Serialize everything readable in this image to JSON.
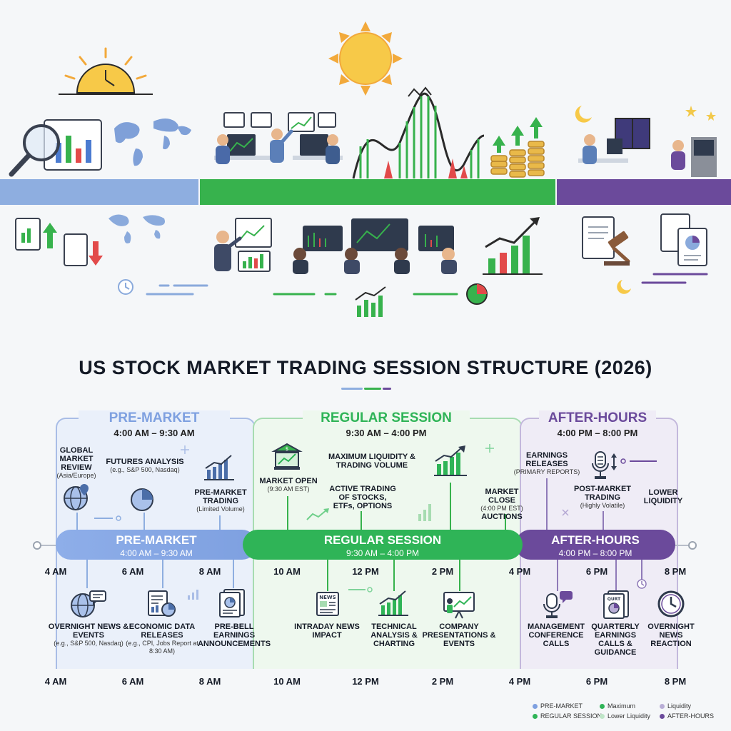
{
  "title": "US STOCK MARKET TRADING SESSION STRUCTURE (2026)",
  "colors": {
    "pre": "#7ea0e0",
    "regular": "#2fb457",
    "after": "#6b4a9b"
  },
  "sessions": {
    "pre": {
      "header": "PRE-MARKET",
      "time": "4:00 AM – 9:30 AM",
      "bar_label": "PRE-MARKET",
      "bar_time": "4:00 AM – 9:30 AM"
    },
    "regular": {
      "header": "REGULAR SESSION",
      "time": "9:30 AM – 4:00 PM",
      "bar_label": "REGULAR SESSION",
      "bar_time": "9:30 AM – 4:00 PM"
    },
    "after": {
      "header": "AFTER-HOURS",
      "time": "4:00 PM – 8:00 PM",
      "bar_label": "AFTER-HOURS",
      "bar_time": "4:00 PM – 8:00 PM"
    }
  },
  "ticks_top": [
    "4 AM",
    "6 AM",
    "8 AM",
    "10 AM",
    "12 PM",
    "2 PM",
    "4 PM",
    "6 PM",
    "8 PM"
  ],
  "ticks_bottom": [
    "4 AM",
    "6 AM",
    "8 AM",
    "10 AM",
    "12 PM",
    "2 PM",
    "4 PM",
    "6 PM",
    "8 PM"
  ],
  "events_top": [
    {
      "icon": "globe-pin-icon",
      "title": "GLOBAL MARKET REVIEW",
      "sub": "(Asia/Europe)"
    },
    {
      "icon": "pie-chart-icon",
      "title": "FUTURES ANALYSIS",
      "sub": "(e.g., S&P 500, Nasdaq)"
    },
    {
      "icon": "bar-chart-up-icon",
      "title": "PRE-MARKET TRADING",
      "sub": "(Limited Volume)"
    },
    {
      "icon": "bank-dollar-icon",
      "title": "MARKET OPEN",
      "sub": "(9:30 AM EST)"
    },
    {
      "icon": "",
      "title": "MAXIMUM LIQUIDITY & TRADING VOLUME",
      "sub": ""
    },
    {
      "icon": "",
      "title": "ACTIVE TRADING OF STOCKS, ETFs, OPTIONS",
      "sub": ""
    },
    {
      "icon": "growth-chart-icon",
      "title": "",
      "sub": ""
    },
    {
      "icon": "",
      "title": "MARKET CLOSE",
      "sub": "(4:00 PM EST)"
    },
    {
      "icon": "",
      "title": "AUCTIONS",
      "sub": ""
    },
    {
      "icon": "",
      "title": "EARNINGS RELEASES",
      "sub": "(PRIMARY REPORTS)"
    },
    {
      "icon": "microphone-icon",
      "title": "POST-MARKET TRADING",
      "sub": "(Highly Volatile)"
    },
    {
      "icon": "",
      "title": "LOWER LIQUIDITY",
      "sub": ""
    }
  ],
  "events_bottom": [
    {
      "icon": "globe-chat-icon",
      "title": "OVERNIGHT NEWS & EVENTS",
      "sub": "(e.g., S&P 500, Nasdaq)"
    },
    {
      "icon": "report-icon",
      "title": "ECONOMIC DATA RELEASES",
      "sub": "(e.g., CPI, Jobs Report at 8:30 AM)"
    },
    {
      "icon": "document-chart-icon",
      "title": "PRE-BELL EARNINGS ANNOUNCEMENTS",
      "sub": ""
    },
    {
      "icon": "newspaper-icon",
      "title": "INTRADAY NEWS IMPACT",
      "sub": ""
    },
    {
      "icon": "chart-icon",
      "title": "TECHNICAL ANALYSIS & CHARTING",
      "sub": ""
    },
    {
      "icon": "presentation-icon",
      "title": "COMPANY PRESENTATIONS & EVENTS",
      "sub": ""
    },
    {
      "icon": "microphone-chat-icon",
      "title": "MANAGEMENT CONFERENCE CALLS",
      "sub": ""
    },
    {
      "icon": "quarterly-report-icon",
      "title": "QUARTERLY EARNINGS CALLS & GUIDANCE",
      "sub": "",
      "badge": "QURT"
    },
    {
      "icon": "clock-icon",
      "title": "OVERNIGHT NEWS REACTION",
      "sub": ""
    }
  ],
  "illustration_labels": {
    "newspaper": "NEWS"
  },
  "legend": [
    {
      "label": "PRE-MARKET",
      "color": "#7ea0e0"
    },
    {
      "label": "Maximum",
      "color": "#2fb457"
    },
    {
      "label": "Liquidity",
      "color": "#b9aed6"
    },
    {
      "label": "REGULAR SESSION",
      "color": "#2fb457"
    },
    {
      "label": "Lower Liquidity",
      "color": "#bfe6c8"
    },
    {
      "label": "AFTER-HOURS",
      "color": "#6b4a9b"
    }
  ]
}
